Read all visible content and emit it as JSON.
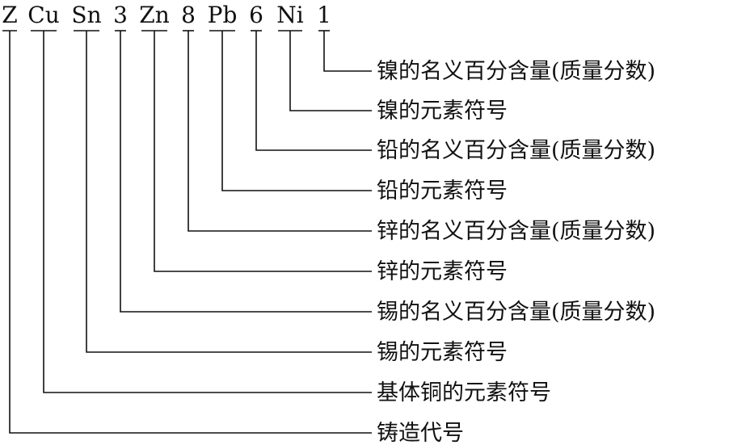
{
  "code_tokens": [
    "Z",
    "Cu",
    "Sn",
    "3",
    "Zn",
    "8",
    "Pb",
    "6",
    "Ni",
    "1"
  ],
  "labels": [
    "镍的名义百分含量(质量分数)",
    "镍的元素符号",
    "铅的名义百分含量(质量分数)",
    "铅的元素符号",
    "锌的名义百分含量(质量分数)",
    "锌的元素符号",
    "锡的名义百分含量(质量分数)",
    "锡的元素符号",
    "基体铜的元素符号",
    "铸造代号"
  ],
  "colors": {
    "ink": "#111111",
    "background": "#ffffff"
  }
}
